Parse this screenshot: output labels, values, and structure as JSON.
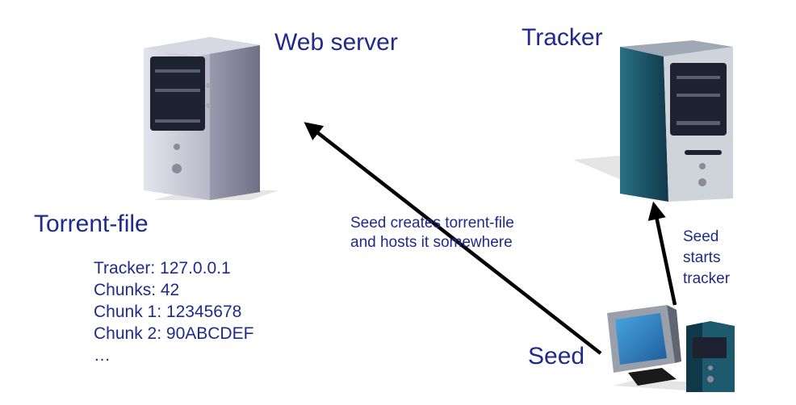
{
  "labels": {
    "web_server": "Web server",
    "tracker": "Tracker",
    "torrent_file": "Torrent-file",
    "seed": "Seed"
  },
  "torrent_file_contents": [
    "Tracker: 127.0.0.1",
    "Chunks: 42",
    "Chunk 1: 12345678",
    "Chunk 2: 90ABCDEF",
    "…"
  ],
  "annotations": {
    "seed_creates": [
      "Seed creates torrent-file",
      "and hosts it somewhere"
    ],
    "seed_starts": [
      "Seed",
      "starts",
      "tracker"
    ]
  },
  "colors": {
    "text": "#1f2a8c",
    "arrow": "#000000",
    "web_server_case": "#c9c9d6",
    "tracker_case": "#1d5a6e",
    "screen": "#2f86c8"
  },
  "icons": [
    "web-server-icon",
    "tracker-server-icon",
    "seed-computer-icon"
  ]
}
